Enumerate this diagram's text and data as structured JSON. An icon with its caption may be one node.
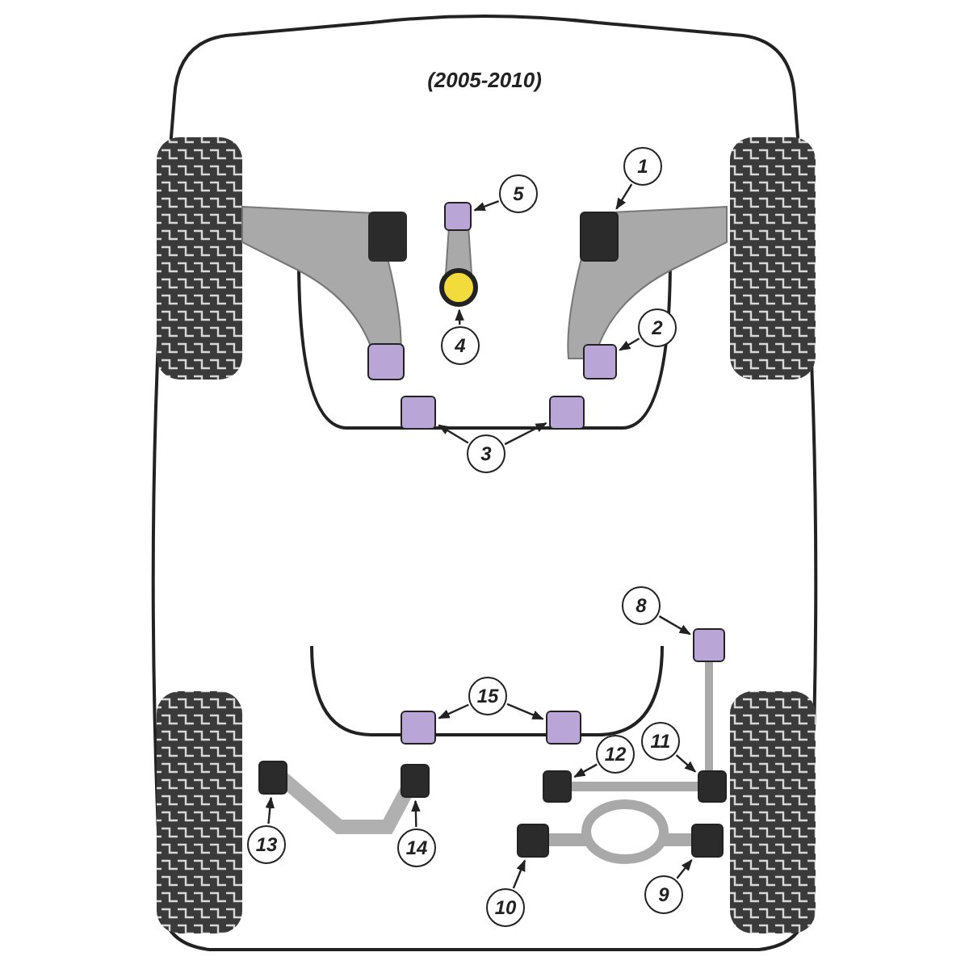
{
  "diagram": {
    "title": "(2005-2010)",
    "nodes": [
      {
        "text": [
          "1"
        ]
      },
      {
        "text": [
          "5"
        ]
      },
      {
        "text": [
          "2"
        ]
      },
      {
        "text": [
          "4"
        ]
      },
      {
        "text": [
          "3"
        ]
      },
      {
        "text": [
          "8"
        ]
      },
      {
        "text": [
          "15"
        ]
      },
      {
        "text": [
          "11"
        ]
      },
      {
        "text": [
          "12"
        ]
      },
      {
        "text": [
          "13"
        ]
      },
      {
        "text": [
          "14"
        ]
      },
      {
        "text": [
          "9"
        ]
      },
      {
        "text": [
          "10"
        ]
      },
      {
        "text": [],
        "shape": "box"
      },
      {
        "text": [],
        "shape": "box"
      },
      {
        "text": [],
        "shape": "box"
      },
      {
        "text": [],
        "shape": "circle"
      },
      {
        "text": [],
        "shape": "box"
      },
      {
        "text": [],
        "shape": "box"
      },
      {
        "text": [],
        "shape": "box"
      },
      {
        "text": [],
        "shape": "box"
      },
      {
        "text": [],
        "shape": "box"
      },
      {
        "text": [],
        "shape": "box"
      },
      {
        "text": [],
        "shape": "box"
      },
      {
        "text": [],
        "shape": "box"
      },
      {
        "text": [],
        "shape": "box"
      },
      {
        "text": [],
        "shape": "box"
      },
      {
        "text": [],
        "shape": "box"
      }
    ],
    "edges": [
      {
        "from": 0,
        "to": 14,
        "arrow": "to"
      },
      {
        "from": 1,
        "to": 13,
        "arrow": "to"
      },
      {
        "from": 2,
        "to": 15,
        "arrow": "to"
      },
      {
        "from": 3,
        "to": 16,
        "arrow": "to"
      },
      {
        "from": 4,
        "to": 17,
        "arrow": "to"
      },
      {
        "from": 4,
        "to": 18,
        "arrow": "to"
      },
      {
        "from": 5,
        "to": 19,
        "arrow": "to"
      },
      {
        "from": 6,
        "to": 20,
        "arrow": "to"
      },
      {
        "from": 6,
        "to": 21,
        "arrow": "to"
      },
      {
        "from": 7,
        "to": 23,
        "arrow": "to"
      },
      {
        "from": 8,
        "to": 22,
        "arrow": "to"
      },
      {
        "from": 9,
        "to": 24,
        "arrow": "to"
      },
      {
        "from": 10,
        "to": 25,
        "arrow": "to"
      },
      {
        "from": 11,
        "to": 27,
        "arrow": "to"
      },
      {
        "from": 12,
        "to": 26,
        "arrow": "to"
      }
    ]
  }
}
